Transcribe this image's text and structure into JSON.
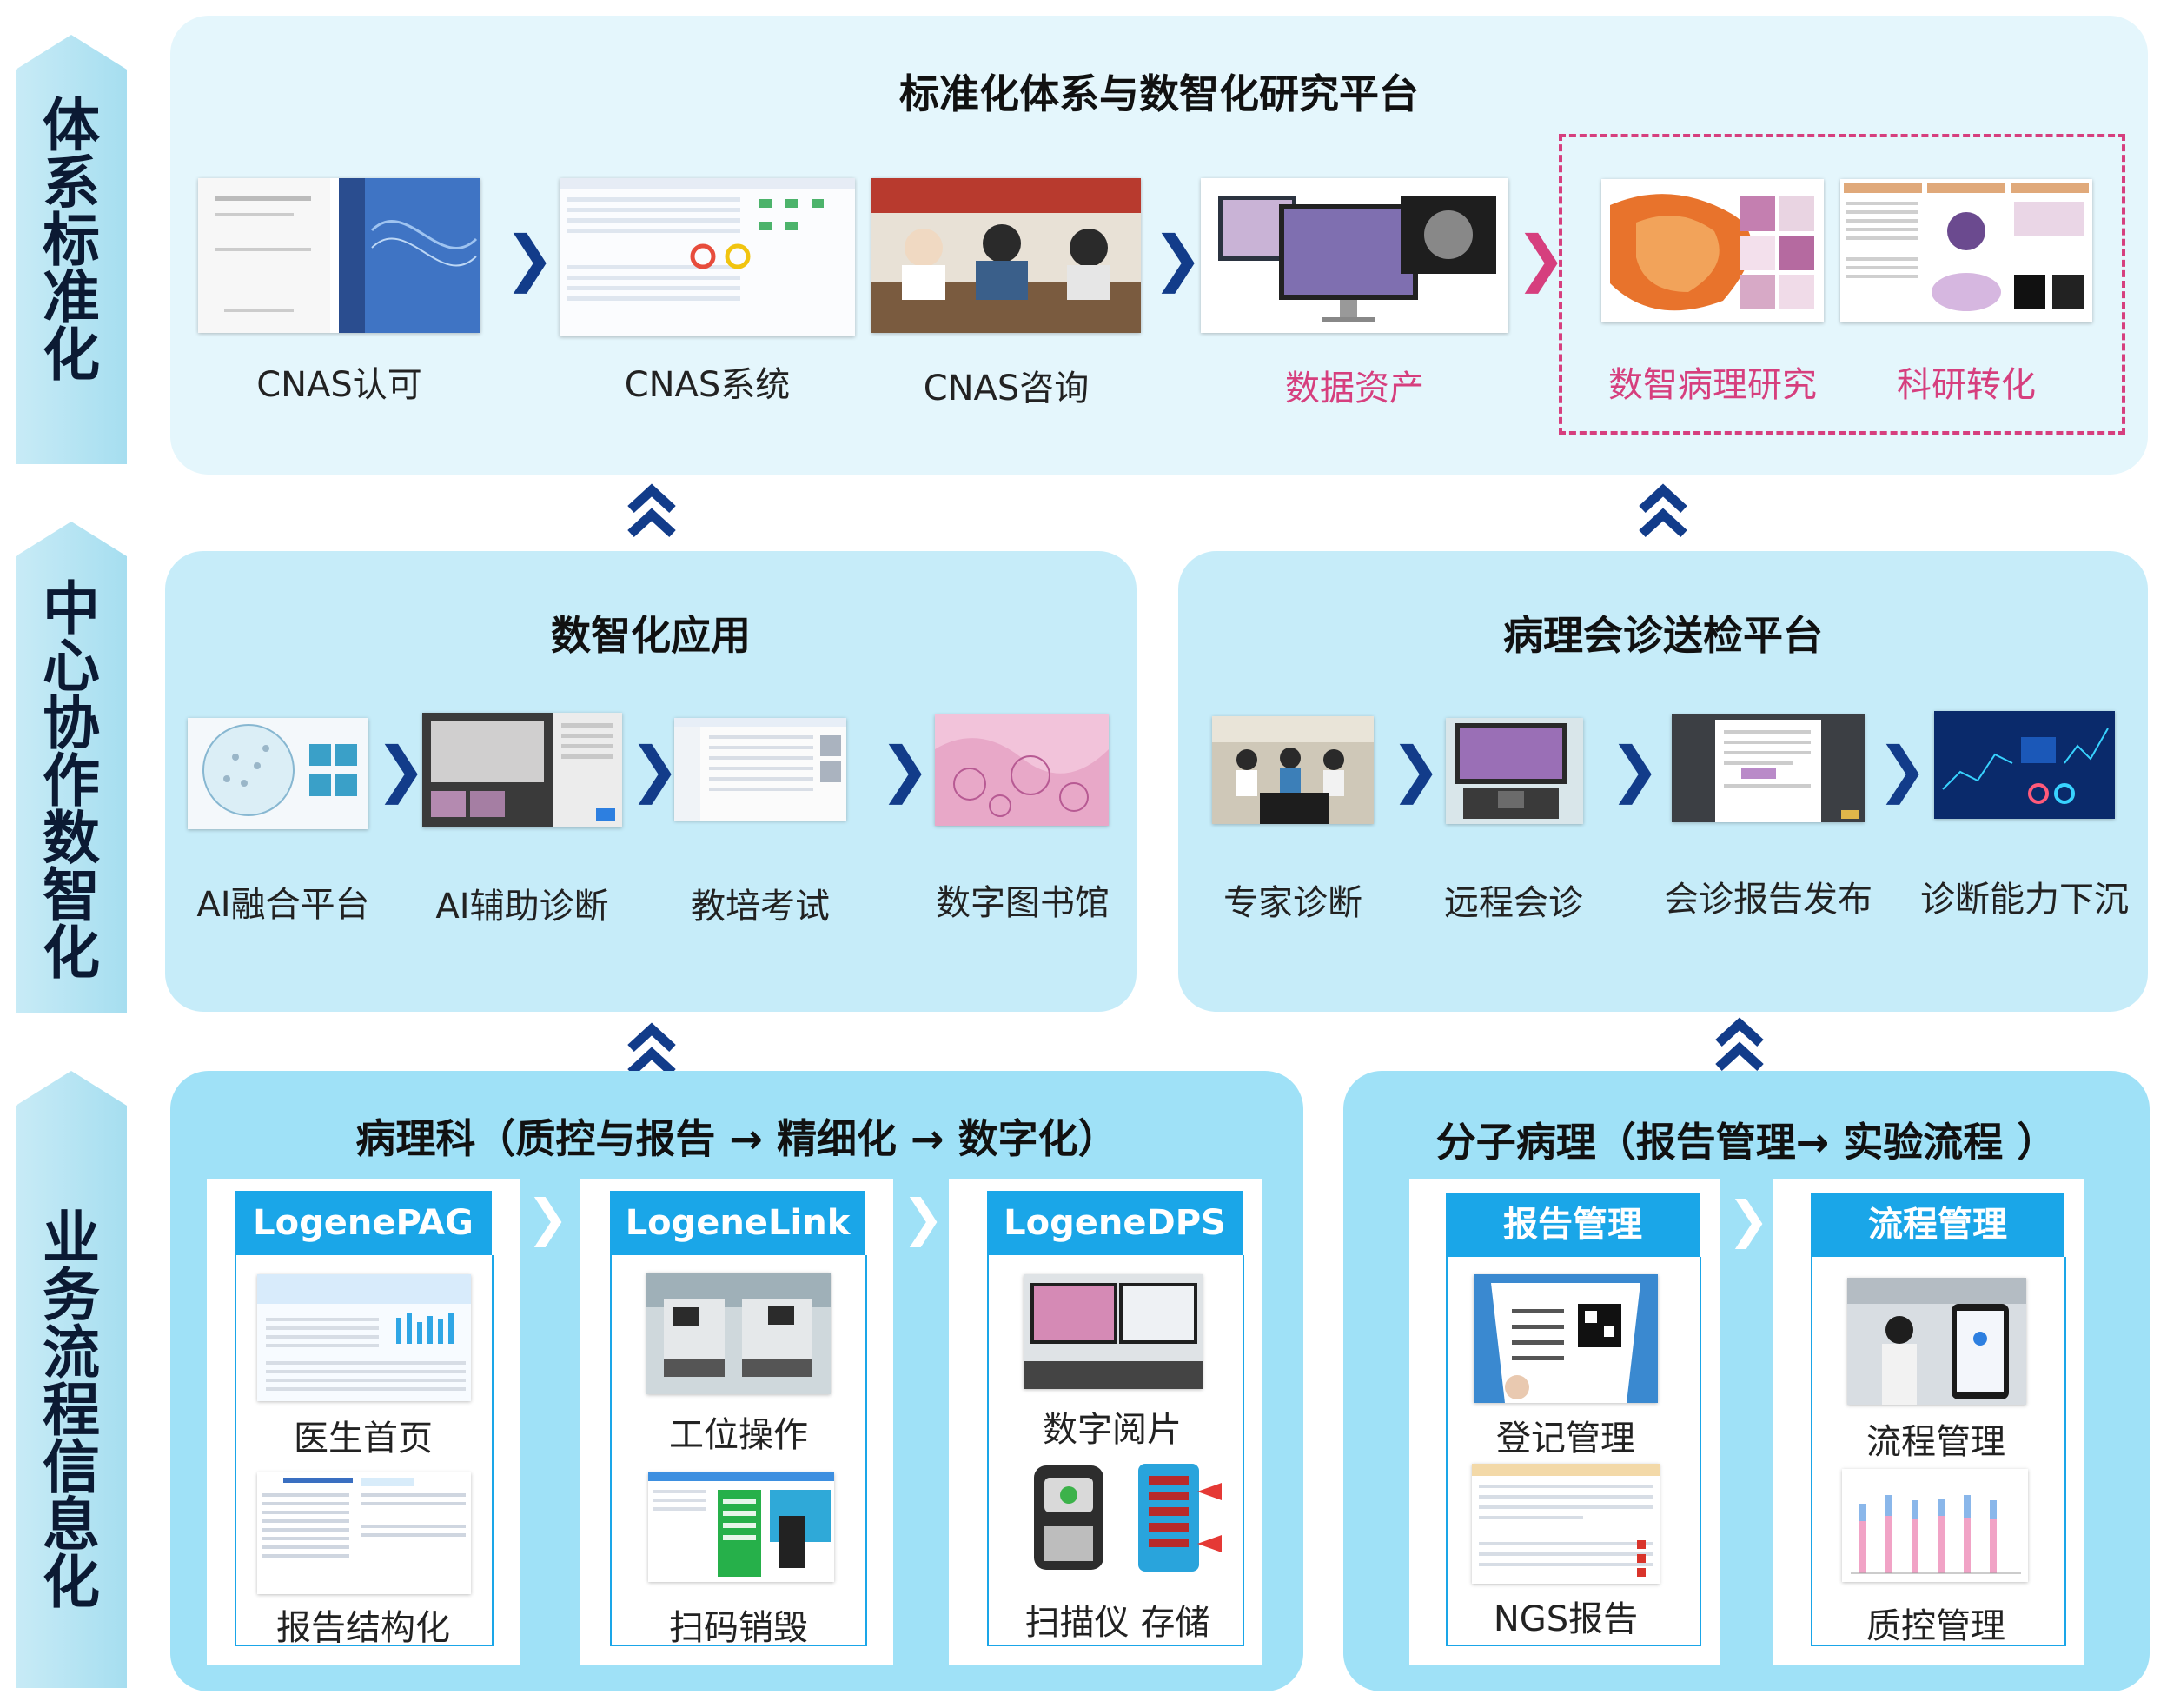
{
  "colors": {
    "navy": "#123c8a",
    "pink": "#d63f7e",
    "blue": "#1aa6e8",
    "panel_light": "#e4f6fc",
    "panel_mid": "#c6ecf9",
    "panel_deep": "#9fe1f7"
  },
  "side_labels": {
    "top": [
      "体",
      "系",
      "标",
      "准",
      "化"
    ],
    "mid": [
      "中",
      "心",
      "协",
      "作",
      "数",
      "智",
      "化"
    ],
    "bot": [
      "业",
      "务",
      "流",
      "程",
      "信",
      "息",
      "化"
    ]
  },
  "top": {
    "title": "标准化体系与数智化研究平台",
    "items": [
      "CNAS认可",
      "CNAS系统",
      "CNAS咨询",
      "数据资产",
      "数智病理研究",
      "科研转化"
    ]
  },
  "mid_left": {
    "title": "数智化应用",
    "items": [
      "AI融合平台",
      "AI辅助诊断",
      "教培考试",
      "数字图书馆"
    ]
  },
  "mid_right": {
    "title": "病理会诊送检平台",
    "items": [
      "专家诊断",
      "远程会诊",
      "会诊报告发布",
      "诊断能力下沉"
    ]
  },
  "bot_left": {
    "title": "病理科（质控与报告 → 精细化 → 数字化）",
    "cards": [
      {
        "name": "LogenePAG",
        "items": [
          "医生首页",
          "报告结构化"
        ]
      },
      {
        "name": "LogeneLink",
        "items": [
          "工位操作",
          "扫码销毁"
        ]
      },
      {
        "name": "LogeneDPS",
        "items": [
          "数字阅片",
          "扫描仪 存储"
        ]
      }
    ]
  },
  "bot_right": {
    "title": "分子病理（报告管理→ 实验流程 ）",
    "cards": [
      {
        "name": "报告管理",
        "items": [
          "登记管理",
          "NGS报告"
        ]
      },
      {
        "name": "流程管理",
        "items": [
          "流程管理",
          "质控管理"
        ]
      }
    ]
  },
  "icons": [
    "chevron-right-icon",
    "double-chevron-up-icon"
  ]
}
